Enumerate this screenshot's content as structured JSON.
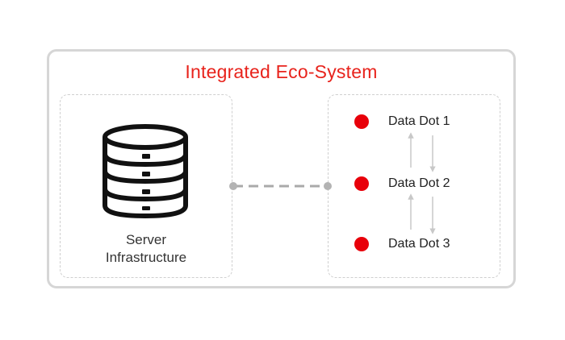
{
  "title": "Integrated Eco-System",
  "server": {
    "icon": "database-server-icon",
    "label_line1": "Server",
    "label_line2": "Infrastructure"
  },
  "data_dots": [
    {
      "label": "Data Dot 1"
    },
    {
      "label": "Data Dot 2"
    },
    {
      "label": "Data Dot 3"
    }
  ],
  "colors": {
    "accent": "#e8231c",
    "dot": "#e8000a",
    "border": "#d6d6d6",
    "connector": "#aaaaaa",
    "arrow": "#c8c8c8"
  }
}
